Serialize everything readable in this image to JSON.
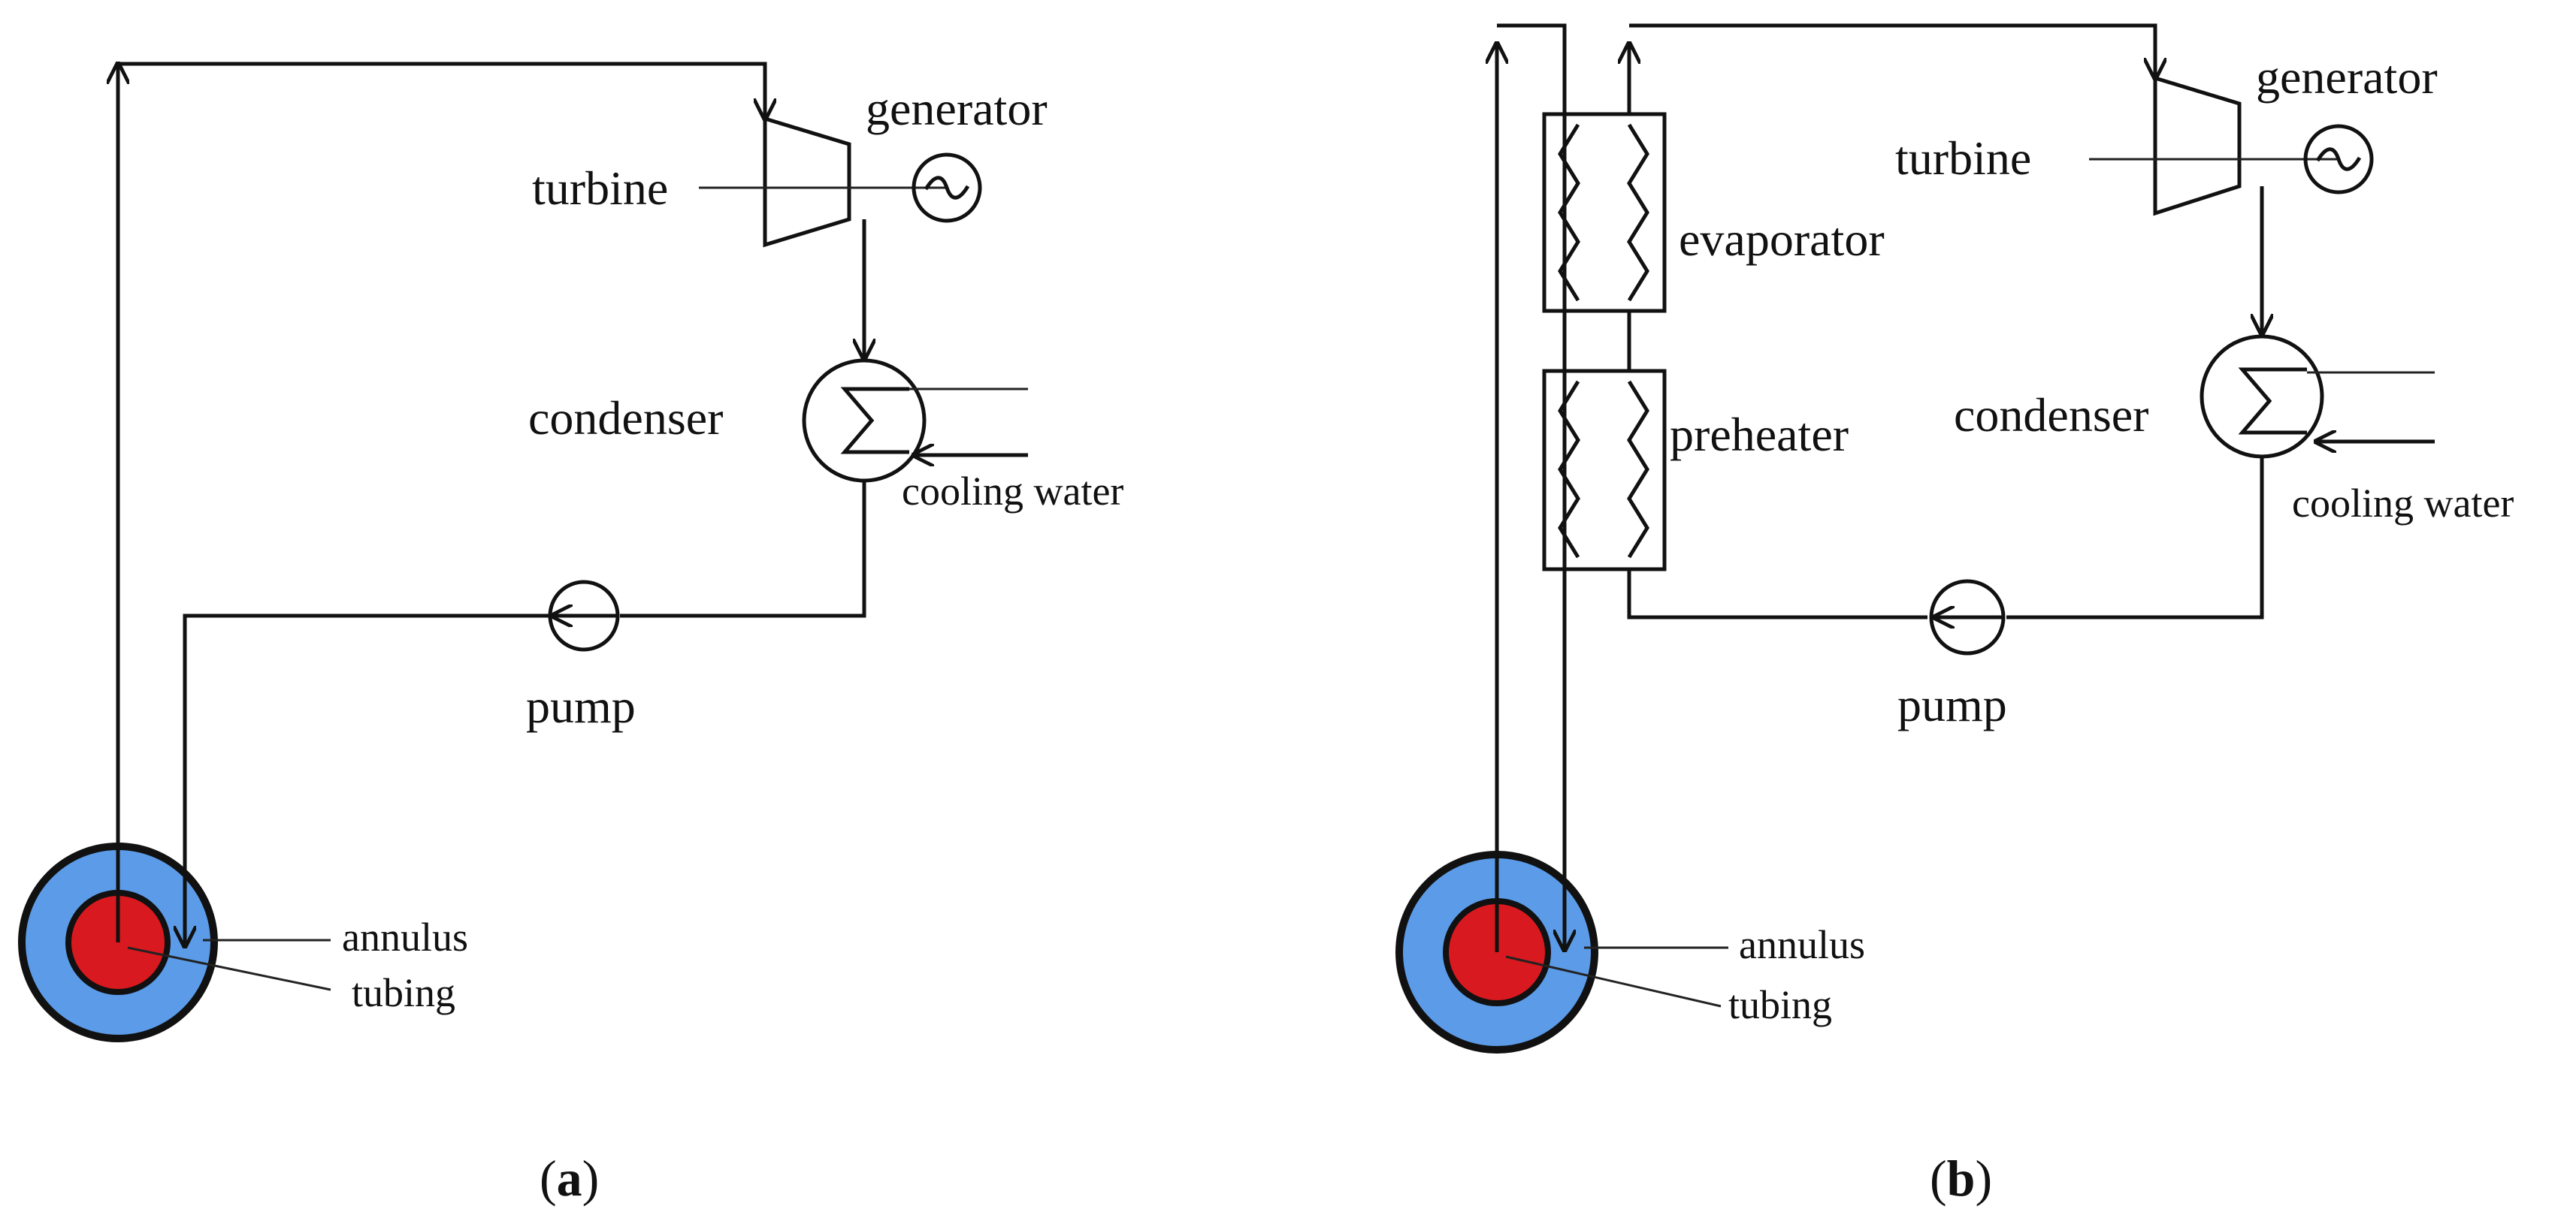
{
  "panel_a": {
    "labels": {
      "turbine": "turbine",
      "generator": "generator",
      "condenser": "condenser",
      "cooling_water": "cooling water",
      "pump": "pump",
      "annulus": "annulus",
      "tubing": "tubing"
    },
    "caption": {
      "open": "(",
      "letter": "a",
      "close": ")"
    }
  },
  "panel_b": {
    "labels": {
      "turbine": "turbine",
      "generator": "generator",
      "evaporator": "evaporator",
      "preheater": "preheater",
      "condenser": "condenser",
      "cooling_water": "cooling water",
      "pump": "pump",
      "annulus": "annulus",
      "tubing": "tubing"
    },
    "caption": {
      "open": "(",
      "letter": "b",
      "close": ")"
    }
  },
  "colors": {
    "line": "#111111",
    "annulus": "#5b9be8",
    "tubing": "#d8191f",
    "ring": "#111111"
  },
  "icons": {
    "generator_symbol": "sine-wave",
    "condenser_symbol": "sigma-coil",
    "heat_exchanger_symbol": "zigzag"
  }
}
